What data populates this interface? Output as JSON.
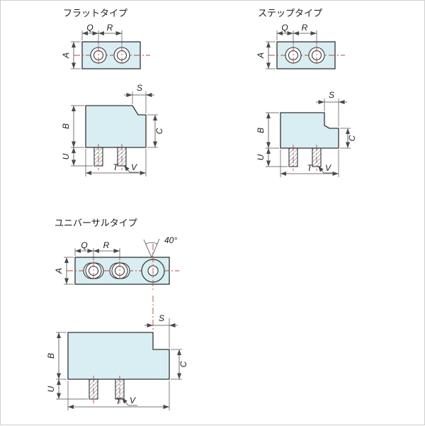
{
  "colors": {
    "bg": "#ffffff",
    "part": "#d9eef3",
    "outline": "#333333",
    "center": "#b24a3a",
    "dim": "#4a4a4a",
    "text": "#1c1c1c",
    "border": "#cfcfcf"
  },
  "drawings": {
    "flat": {
      "title": "フラットタイプ",
      "dims": {
        "Q": "Q",
        "R": "R",
        "A": "A",
        "S": "S",
        "B": "B",
        "C": "C",
        "U": "U",
        "T": "T",
        "V": "V"
      }
    },
    "step": {
      "title": "ステップタイプ",
      "dims": {
        "Q": "Q",
        "R": "R",
        "A": "A",
        "S": "S",
        "B": "B",
        "C": "C",
        "U": "U",
        "T": "T",
        "V": "V"
      }
    },
    "universal": {
      "title": "ユニバーサルタイプ",
      "dims": {
        "Q": "Q",
        "R": "R",
        "A": "A",
        "S": "S",
        "B": "B",
        "C": "C",
        "U": "U",
        "T": "T",
        "V": "V",
        "angle": "40°"
      }
    }
  }
}
